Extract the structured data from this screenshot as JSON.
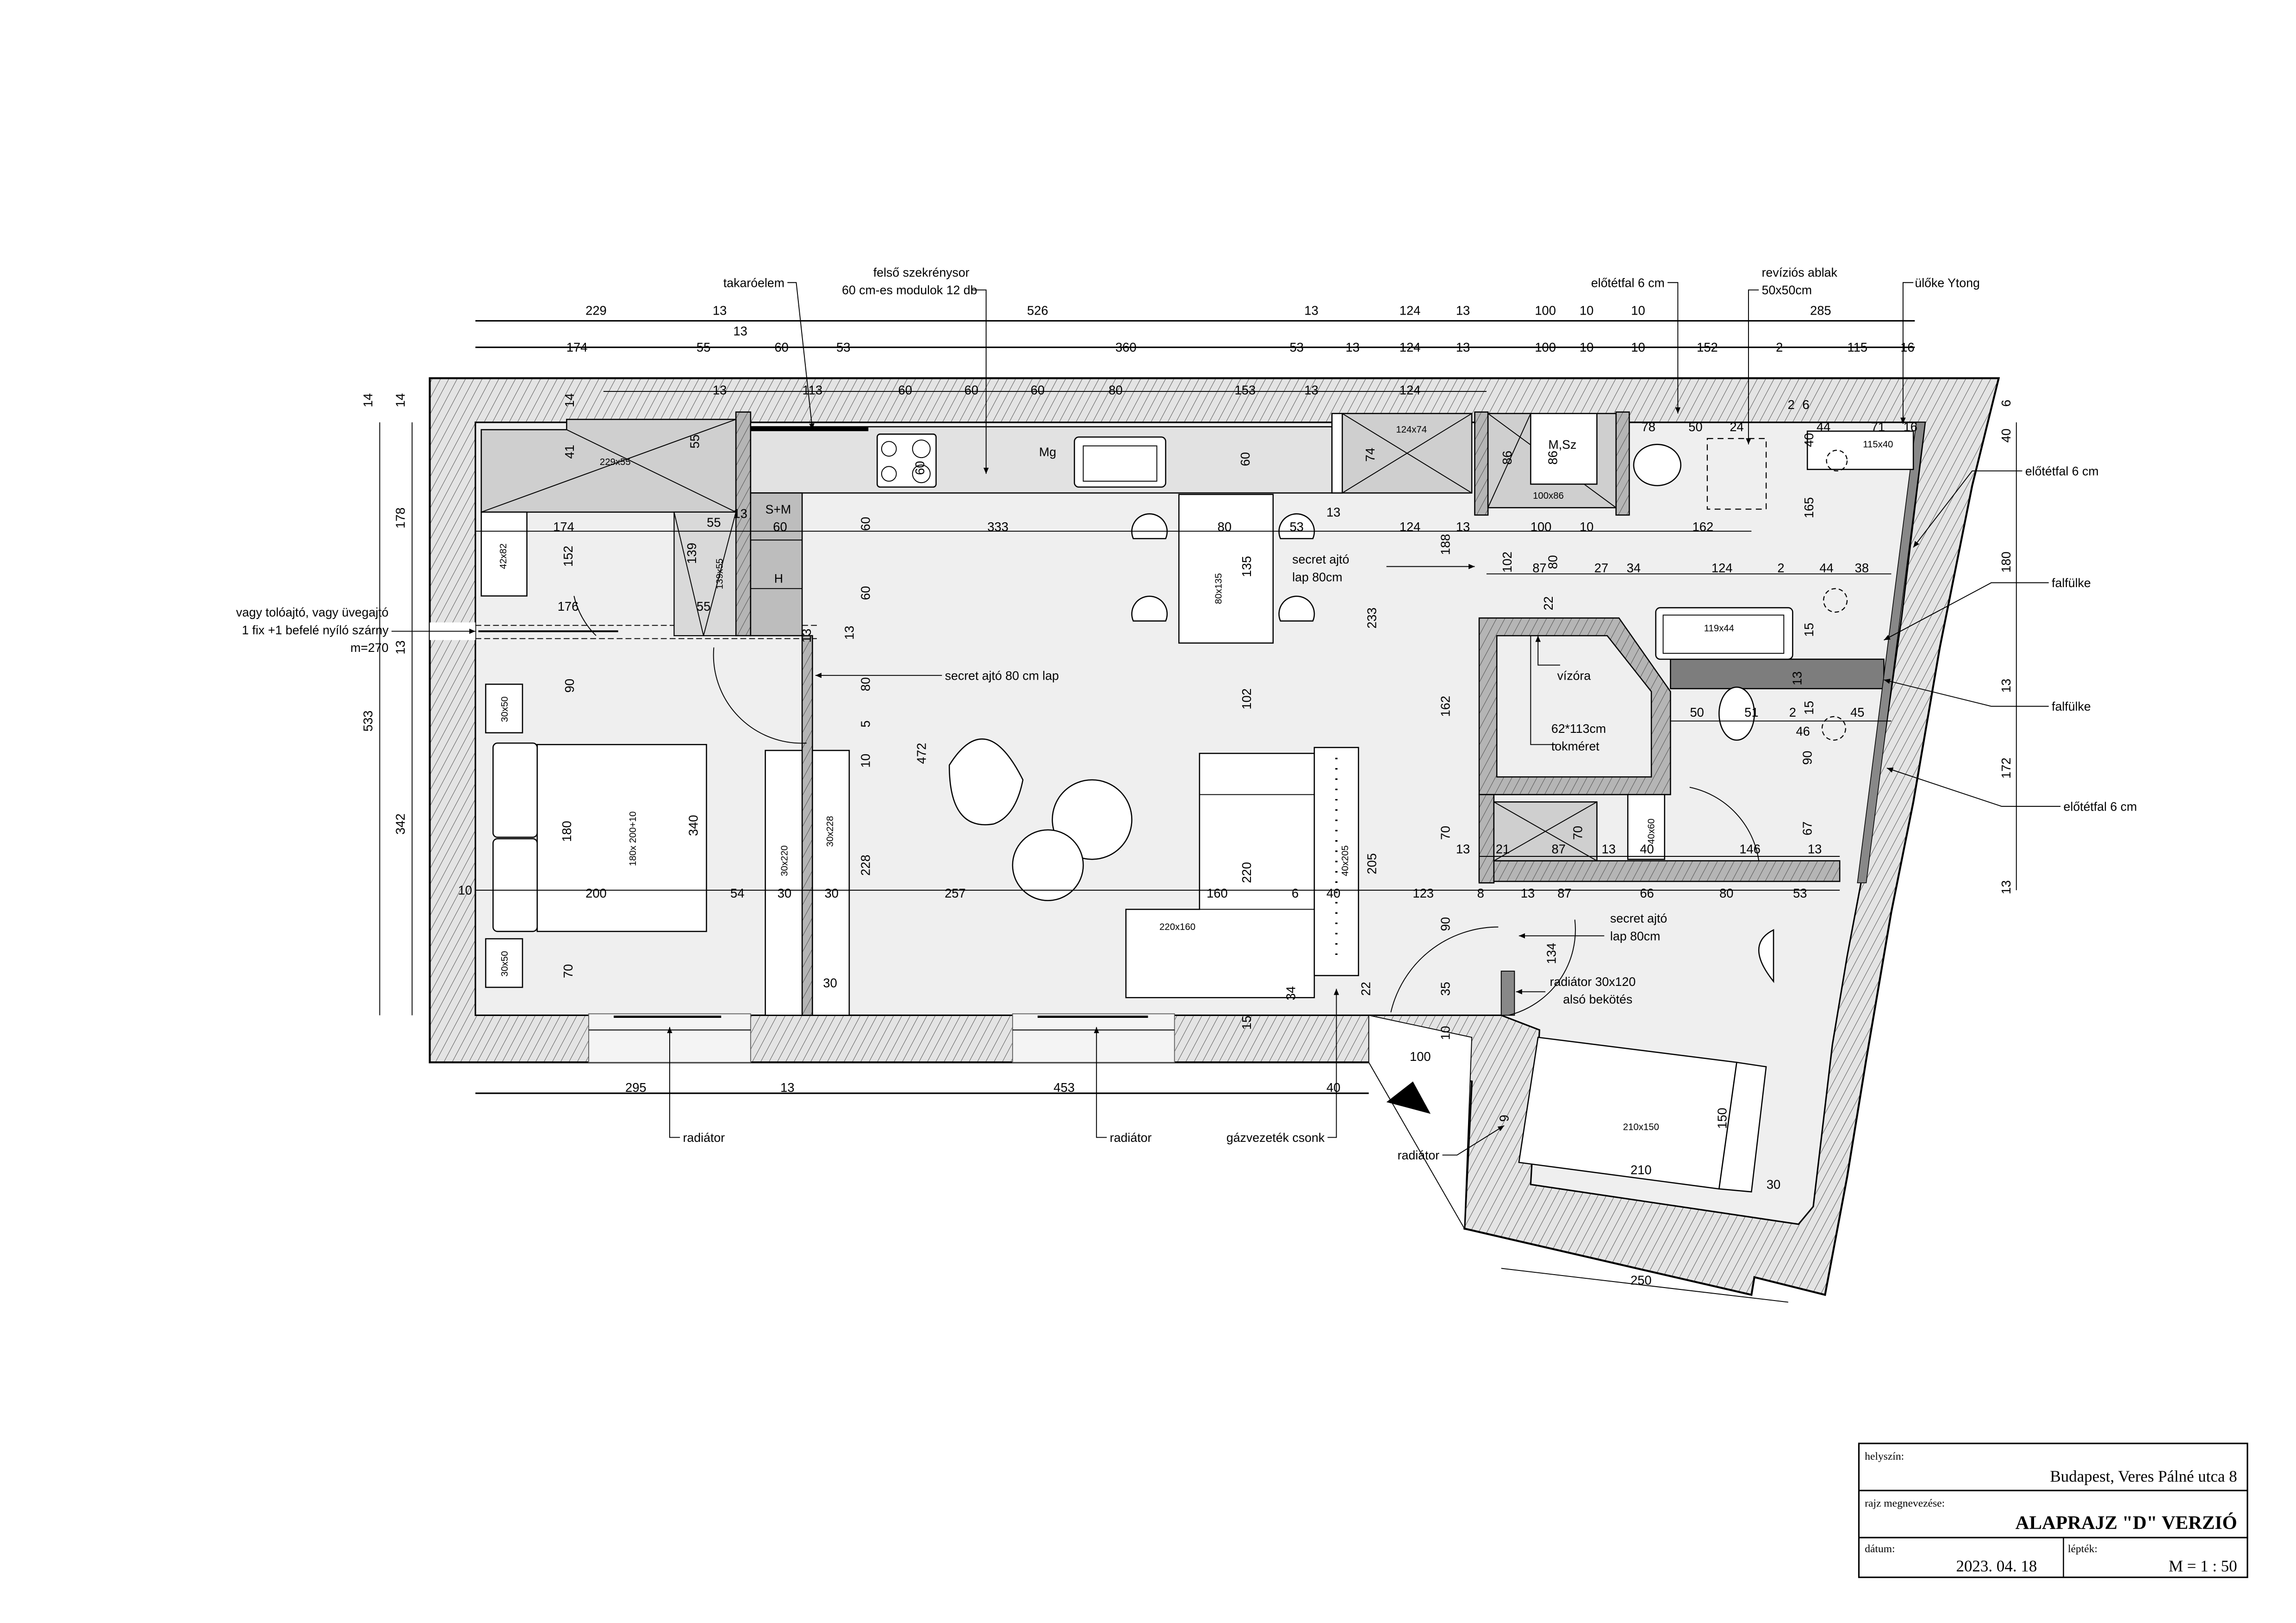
{
  "title_block": {
    "location_label": "helyszín:",
    "location": "Budapest, Veres Pálné utca 8",
    "drawing_name_label": "rajz megnevezése:",
    "drawing_name": "ALAPRAJZ \"D\" VERZIÓ",
    "date_label": "dátum:",
    "date": "2023. 04. 18",
    "scale_label": "lépték:",
    "scale": "M = 1 : 50"
  },
  "annotations": {
    "takaroelem": "takaróelem",
    "upper_cabinets_1": "felső szekrénysor",
    "upper_cabinets_2": "60 cm-es modulok 12 db",
    "front_wall_top": "előtétfal 6 cm",
    "revision_window_1": "revíziós ablak",
    "revision_window_2": "50x50cm",
    "seat": "ülőke Ytong",
    "front_wall_right_1": "előtétfal 6 cm",
    "niche_1": "falfülke",
    "niche_2": "falfülke",
    "front_wall_right_2": "előtétfal 6 cm",
    "door_note_1": "vagy tolóajtó, vagy üvegajtó",
    "door_note_2": "1 fix +1 befelé nyíló szárny",
    "door_note_3": "m=270",
    "secret_door_left": "secret ajtó 80 cm lap",
    "secret_door_mid_1": "secret ajtó",
    "secret_door_mid_2": "lap 80cm",
    "secret_door_low_1": "secret ajtó",
    "secret_door_low_2": "lap 80cm",
    "radiator_bath_1": "radiátor 30x120",
    "radiator_bath_2": "alsó bekötés",
    "radiator_1": "radiátor",
    "radiator_2": "radiátor",
    "gas": "gázvezeték csonk",
    "radiator_3": "radiátor",
    "water_meter": "vízóra",
    "frame_size_1": "62*113cm",
    "frame_size_2": "tokméret"
  },
  "furniture_labels": {
    "wardrobe_top": "229x55",
    "tall_cabinet": "139x55",
    "dresser": "42x82",
    "nightstand_1": "30x50",
    "nightstand_2": "30x50",
    "bed": "180x 200+10",
    "wardrobe_a": "30x220",
    "wardrobe_b": "30x228",
    "dining_table": "80x135",
    "tv_unit": "40x205",
    "sofa": "220x160",
    "storage_box": "124x74",
    "laundry_box": "100x86",
    "laundry": "M,Sz",
    "dishwasher": "Mg",
    "tall_unit_1": "S+M",
    "tall_unit_2": "H",
    "vanity": "115x40",
    "bathtub": "119x44",
    "small_cabinet": "40x60",
    "bed_2": "210x150"
  },
  "dimensions": {
    "top_row_1": [
      "229",
      "13",
      "526",
      "13",
      "124",
      "13",
      "100",
      "10",
      "10",
      "285"
    ],
    "top_row_1b": [
      "13"
    ],
    "top_row_2": [
      "174",
      "55",
      "60",
      "53",
      "360",
      "53",
      "13",
      "124",
      "13",
      "100",
      "10",
      "10",
      "152",
      "2",
      "115",
      "16"
    ],
    "wall_row": [
      "13",
      "113",
      "60",
      "60",
      "60",
      "80",
      "153",
      "13",
      "124"
    ],
    "left": [
      "14",
      "14",
      "178",
      "13",
      "533",
      "342"
    ],
    "right": [
      "6",
      "40",
      "180",
      "13",
      "172",
      "13"
    ],
    "bottom": [
      "295",
      "13",
      "453",
      "40"
    ],
    "balcony": [
      "250"
    ],
    "interior": [
      "174",
      "55",
      "60",
      "333",
      "80",
      "53",
      "13",
      "124",
      "13",
      "100",
      "10",
      "162",
      "176",
      "55",
      "152",
      "139",
      "102",
      "87",
      "27",
      "34",
      "124",
      "2",
      "44",
      "38",
      "80",
      "22",
      "15",
      "13",
      "50",
      "51",
      "2",
      "15",
      "45",
      "46",
      "90",
      "67",
      "13",
      "146",
      "40",
      "13",
      "87",
      "21",
      "13",
      "70",
      "70",
      "162",
      "233",
      "188",
      "205",
      "102",
      "220",
      "472",
      "228",
      "80",
      "60",
      "60",
      "13",
      "5",
      "10",
      "90",
      "180",
      "340",
      "70",
      "10",
      "200",
      "54",
      "30",
      "30",
      "257",
      "160",
      "6",
      "40",
      "123",
      "8",
      "13",
      "87",
      "66",
      "80",
      "53",
      "30",
      "34",
      "15",
      "22",
      "90",
      "35",
      "10",
      "134",
      "100",
      "150",
      "210",
      "30",
      "9",
      "74",
      "86",
      "86",
      "55",
      "41",
      "14",
      "60",
      "60",
      "78",
      "50",
      "24",
      "2",
      "6",
      "44",
      "71",
      "16",
      "40",
      "165",
      "135",
      "13",
      "13"
    ]
  }
}
